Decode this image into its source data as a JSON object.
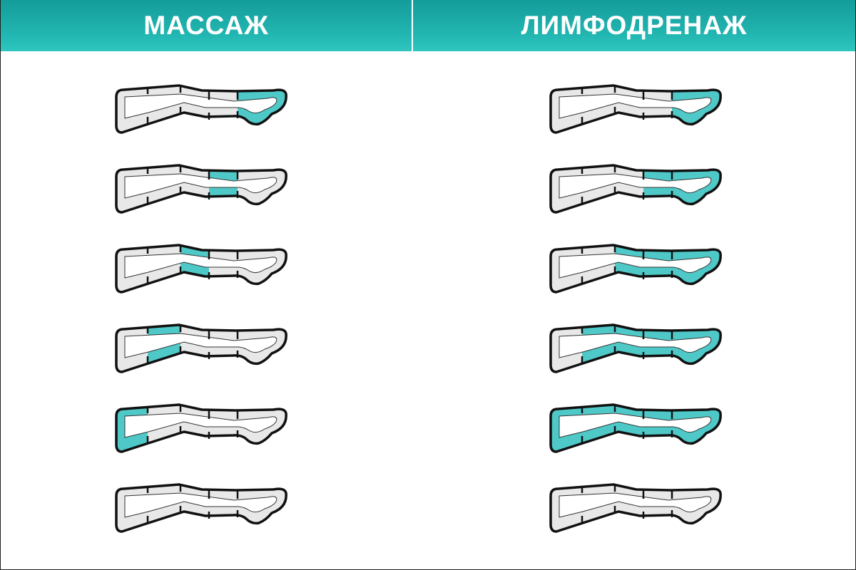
{
  "headers": {
    "left": "МАССАЖ",
    "right": "ЛИМФОДРЕНАЖ"
  },
  "colors": {
    "accent": "#4fc9c8",
    "segment": "#e8e8e8",
    "inner": "#ffffff",
    "outline": "#111111"
  },
  "columns": [
    {
      "name": "massage",
      "rows": [
        {
          "active": [
            4
          ]
        },
        {
          "active": [
            3
          ]
        },
        {
          "active": [
            2
          ]
        },
        {
          "active": [
            1
          ]
        },
        {
          "active": [
            0
          ]
        },
        {
          "active": []
        }
      ]
    },
    {
      "name": "lymphodrainage",
      "rows": [
        {
          "active": [
            4
          ]
        },
        {
          "active": [
            3,
            4
          ]
        },
        {
          "active": [
            2,
            3,
            4
          ]
        },
        {
          "active": [
            1,
            2,
            3,
            4
          ]
        },
        {
          "active": [
            0,
            1,
            2,
            3,
            4
          ]
        },
        {
          "active": []
        }
      ]
    }
  ]
}
